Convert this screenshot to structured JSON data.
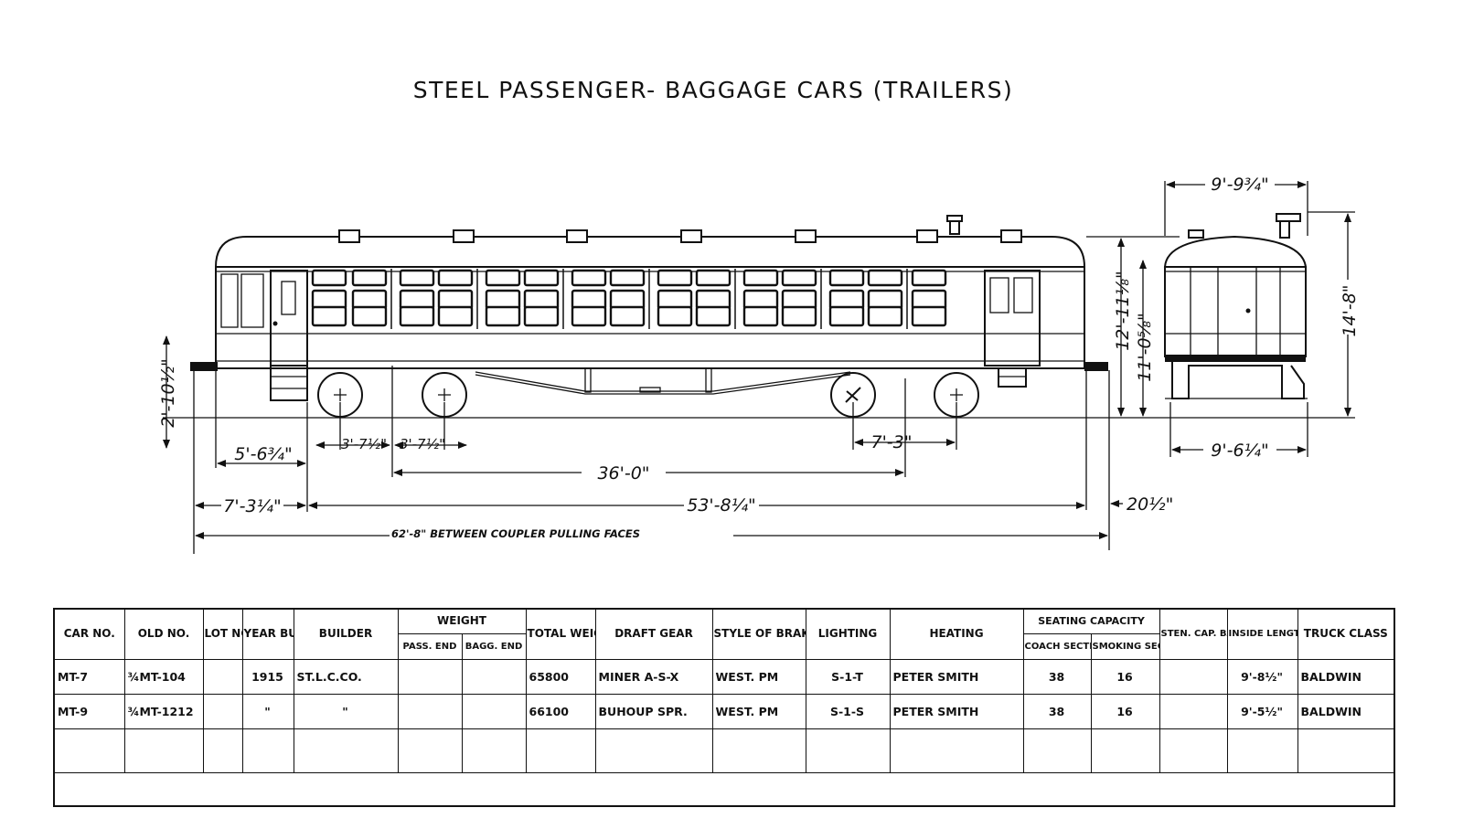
{
  "title": "STEEL PASSENGER- BAGGAGE CARS (TRAILERS)",
  "dimensions": {
    "rail_height": "2'-10½\"",
    "end_overhang": "5'-6¾\"",
    "axle_spacing_1": "3'-7½\"",
    "axle_spacing_2": "3'-7½\"",
    "truck_centers": "36'-0\"",
    "truck_wheelbase_right": "7'-3\"",
    "coupler_to_body": "7'-3¼\"",
    "body_length": "53'-8¼\"",
    "coupler_offset_right": "20½\"",
    "overall_length": "62'-8\" BETWEEN COUPLER PULLING FACES",
    "roof_height": "12'-11⅛\"",
    "eave_height": "11'-0⅝\"",
    "end_top_width": "9'-9¾\"",
    "end_height": "14'-8\"",
    "end_base_width": "9'-6¼\""
  },
  "table": {
    "headers": {
      "car_no": "CAR\nNO.",
      "old_no": "OLD\nNO.",
      "lot_no": "LOT\nNO.",
      "year_built": "YEAR\nBUILT",
      "builder": "BUILDER",
      "weight": "WEIGHT",
      "weight_pass": "PASS.\nEND",
      "weight_bagg": "BAGG.\nEND",
      "total_weight": "TOTAL\nWEIGHT",
      "draft_gear": "DRAFT GEAR",
      "brake": "STYLE OF\nBRAKE",
      "lighting": "LIGHTING",
      "heating": "HEATING",
      "seating": "SEATING\nCAPACITY",
      "seating_coach": "COACH\nSECTION",
      "seating_smoking": "SMOKING\nSECTION",
      "sten_cap": "STEN.\nCAP.\nBAGG.\nCOMP'T.",
      "inside_length": "INSIDE\nLENGTH\nBAGG.\nCOMP'T.",
      "truck_class": "TRUCK\nCLASS"
    },
    "rows": [
      {
        "car_no": "MT-7",
        "old_no": "¾MT-104",
        "lot_no": "",
        "year_built": "1915",
        "builder": "ST.L.C.CO.",
        "weight_pass": "",
        "weight_bagg": "",
        "total_weight": "65800",
        "draft_gear": "MINER A-S-X",
        "brake": "WEST. PM",
        "lighting": "S-1-T",
        "heating": "PETER SMITH",
        "seating_coach": "38",
        "seating_smoking": "16",
        "sten_cap": "",
        "inside_length": "9'-8½\"",
        "truck_class": "BALDWIN"
      },
      {
        "car_no": "MT-9",
        "old_no": "¾MT-1212",
        "lot_no": "",
        "year_built": "\"",
        "builder": "\"",
        "weight_pass": "",
        "weight_bagg": "",
        "total_weight": "66100",
        "draft_gear": "BUHOUP SPR.",
        "brake": "WEST. PM",
        "lighting": "S-1-S",
        "heating": "PETER SMITH",
        "seating_coach": "38",
        "seating_smoking": "16",
        "sten_cap": "",
        "inside_length": "9'-5½\"",
        "truck_class": "BALDWIN"
      }
    ]
  }
}
